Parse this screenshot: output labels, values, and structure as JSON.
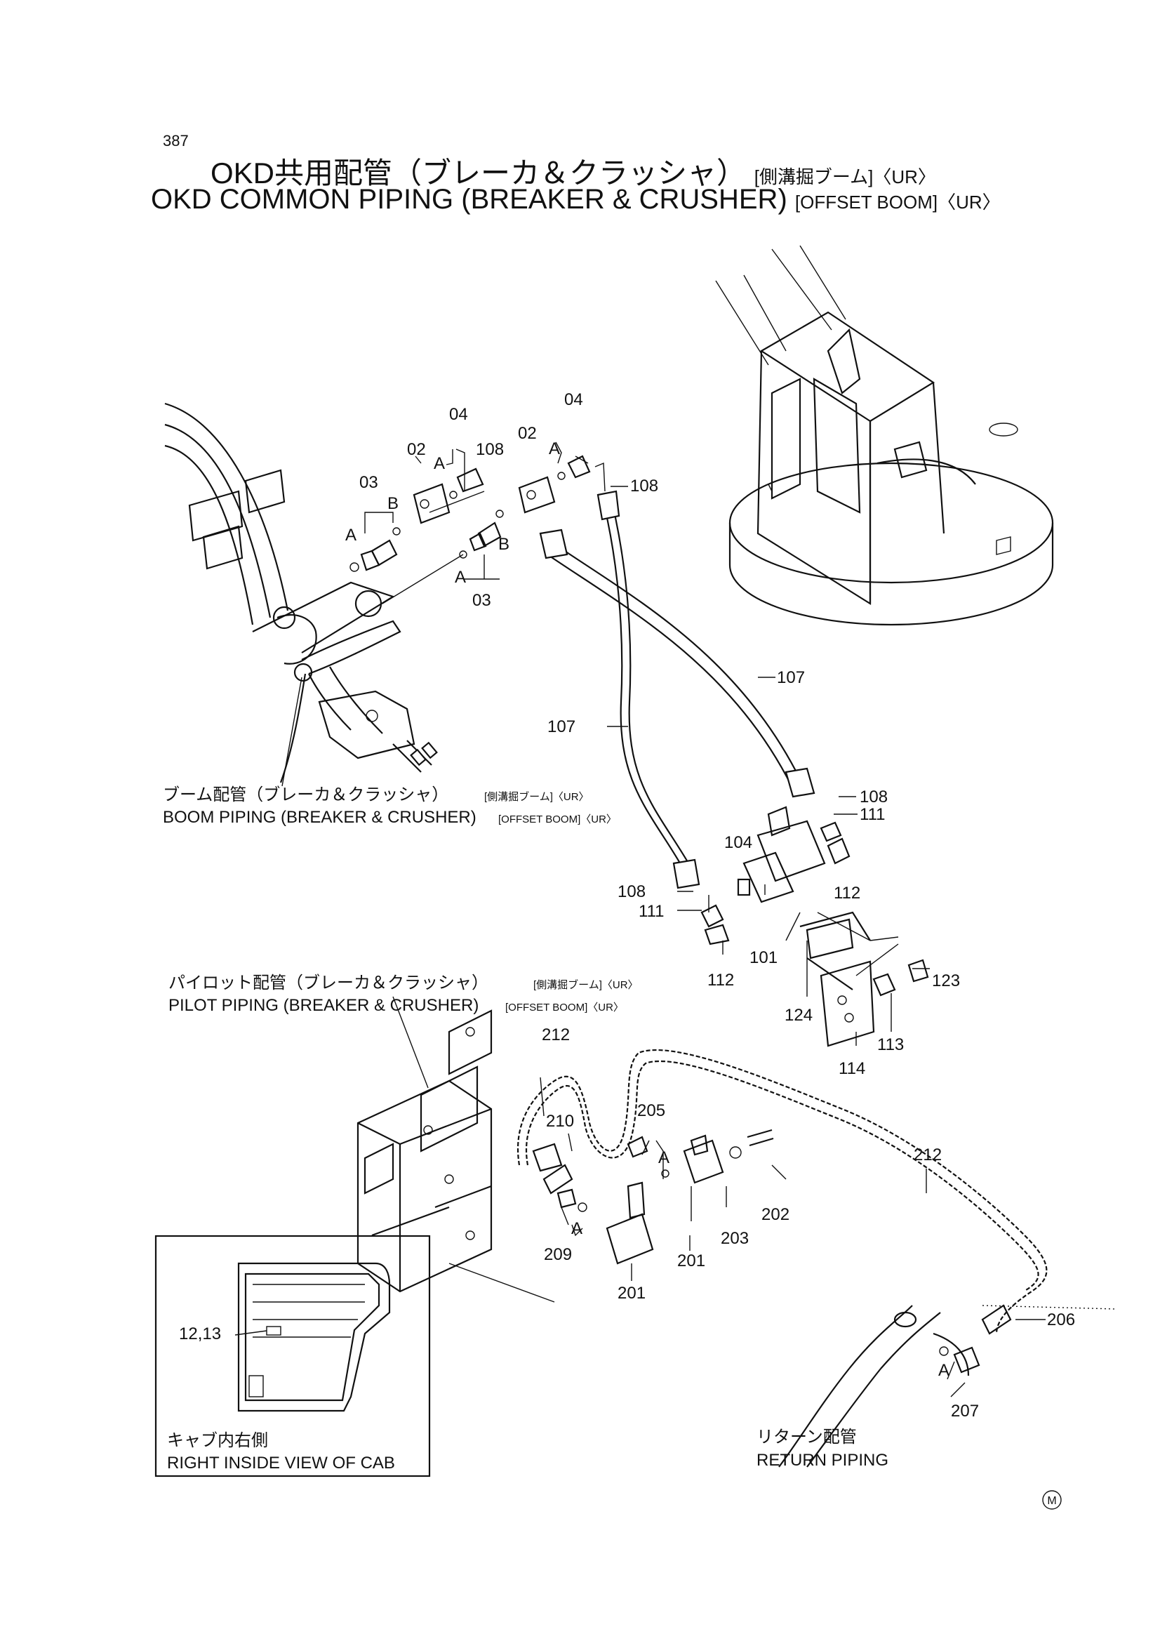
{
  "page_number": "387",
  "title_jp": "OKD共用配管（ブレーカ＆クラッシャ）",
  "title_jp_suffix": "[側溝掘ブーム]〈UR〉",
  "title_en": "OKD COMMON PIPING (BREAKER & CRUSHER)",
  "title_en_suffix": "[OFFSET BOOM]〈UR〉",
  "captions": {
    "boom_jp": "ブーム配管（ブレーカ＆クラッシャ）",
    "boom_jp_suffix": "[側溝掘ブーム]〈UR〉",
    "boom_en": "BOOM PIPING (BREAKER & CRUSHER)",
    "boom_en_suffix": "[OFFSET BOOM]〈UR〉",
    "pilot_jp": "パイロット配管（ブレーカ＆クラッシャ）",
    "pilot_jp_suffix": "[側溝掘ブーム]〈UR〉",
    "pilot_en": "PILOT PIPING (BREAKER & CRUSHER)",
    "pilot_en_suffix": "[OFFSET BOOM]〈UR〉",
    "cab_jp": "キャブ内右側",
    "cab_en": "RIGHT INSIDE VIEW OF CAB",
    "return_jp": "リターン配管",
    "return_en": "RETURN PIPING"
  },
  "callouts": {
    "p04a": "04",
    "p04b": "04",
    "p02a": "02",
    "p02b": "02",
    "p03a": "03",
    "p03b": "03",
    "p108a": "108",
    "p108b": "108",
    "p108c": "108",
    "p108d": "108",
    "p107a": "107",
    "p107b": "107",
    "p111a": "111",
    "p111b": "111",
    "p112a": "112",
    "p112b": "112",
    "p104": "104",
    "p101": "101",
    "p124": "124",
    "p113": "113",
    "p114": "114",
    "p123": "123",
    "p212a": "212",
    "p212b": "212",
    "p210": "210",
    "p205": "205",
    "p202": "202",
    "p203": "203",
    "p201a": "201",
    "p201b": "201",
    "p209": "209",
    "p206": "206",
    "p207": "207",
    "p1213": "12,13",
    "A1": "A",
    "A2": "A",
    "A3": "A",
    "A4": "A",
    "A5": "A",
    "A6": "A",
    "A7": "A",
    "B1": "B",
    "B2": "B"
  },
  "mark": "M"
}
